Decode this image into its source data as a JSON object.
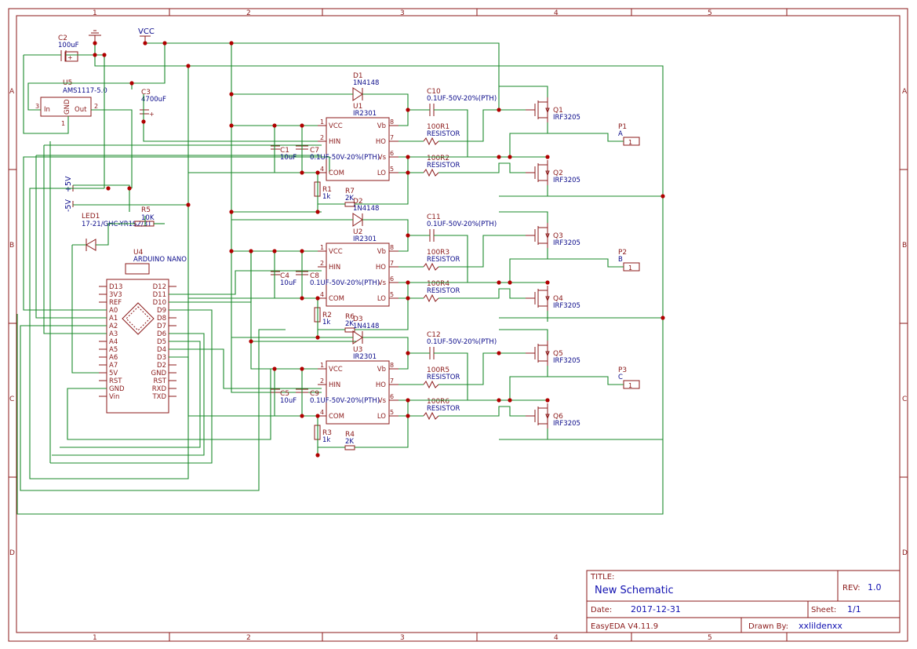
{
  "frame": {
    "columns": [
      "1",
      "2",
      "3",
      "4",
      "5"
    ],
    "rows": [
      "A",
      "B",
      "C",
      "D"
    ]
  },
  "title_block": {
    "title_label": "TITLE:",
    "title": "New Schematic",
    "rev_label": "REV:",
    "rev": "1.0",
    "date_label": "Date:",
    "date": "2017-12-31",
    "sheet_label": "Sheet:",
    "sheet": "1/1",
    "tool": "EasyEDA V4.11.9",
    "drawn_label": "Drawn By:",
    "drawn_by": "xxlildenxx"
  },
  "power": {
    "vcc": "VCC",
    "p5v": "+5V",
    "m5v": "-5V"
  },
  "regulator": {
    "c2_ref": "C2",
    "c2_val": "100uF",
    "u5_ref": "U5",
    "u5_val": "AMS1117-5.0",
    "pin_in": "In",
    "pin_gnd": "GND",
    "pin_out": "Out",
    "n3": "3",
    "n2": "2",
    "n1": "1",
    "c3_ref": "C3",
    "c3_val": "4700uF",
    "plus": "+"
  },
  "led": {
    "led_ref": "LED1",
    "led_val": "17-21/GHC-YR1S2/3T",
    "r5_ref": "R5",
    "r5_val": "10K"
  },
  "arduino": {
    "ref": "U4",
    "name": "ARDUINO NANO",
    "left_pins": [
      "D13",
      "3V3",
      "REF",
      "A0",
      "A1",
      "A2",
      "A3",
      "A4",
      "A5",
      "A6",
      "A7",
      "5V",
      "RST",
      "GND",
      "Vin"
    ],
    "right_pins": [
      "D12",
      "D11",
      "D10",
      "D9",
      "D8",
      "D7",
      "D6",
      "D5",
      "D4",
      "D3",
      "D2",
      "GND",
      "RST",
      "RXD",
      "TXD"
    ]
  },
  "driver_pins": {
    "vcc": "VCC",
    "hin": "HIN",
    "com": "COM",
    "vb": "Vb",
    "ho": "HO",
    "vs": "Vs",
    "lo": "LO",
    "n1": "1",
    "n2": "2",
    "n4": "4",
    "n5": "5",
    "n6": "6",
    "n7": "7",
    "n8": "8",
    "ic_val": "IR2301",
    "c_val": "10uF",
    "c_small": "0.1UF-50V-20%(PTH)",
    "r_res": "RESISTOR",
    "r1k": "1k",
    "r2k": "2K",
    "diode_val": "1N4148",
    "fet_val": "IRF3205"
  },
  "stages": [
    {
      "u": "U1",
      "d": "D1",
      "c_boot": "C10",
      "c_vcc": "C1",
      "c_b": "C7",
      "r_com": "R1",
      "r_g": "R7",
      "r_ho": "100R1",
      "r_lo": "100R2",
      "q_hi": "Q1",
      "q_lo": "Q2",
      "port": "P1",
      "phase": "A"
    },
    {
      "u": "U2",
      "d": "D2",
      "c_boot": "C11",
      "c_vcc": "C4",
      "c_b": "C8",
      "r_com": "R2",
      "r_g": "R6",
      "r_ho": "100R3",
      "r_lo": "100R4",
      "q_hi": "Q3",
      "q_lo": "Q4",
      "port": "P2",
      "phase": "B"
    },
    {
      "u": "U3",
      "d": "D3",
      "c_boot": "C12",
      "c_vcc": "C5",
      "c_b": "C9",
      "r_com": "R3",
      "r_g": "R4",
      "r_ho": "100R5",
      "r_lo": "100R6",
      "q_hi": "Q5",
      "q_lo": "Q6",
      "port": "P3",
      "phase": "C"
    }
  ],
  "port_pin": "1"
}
